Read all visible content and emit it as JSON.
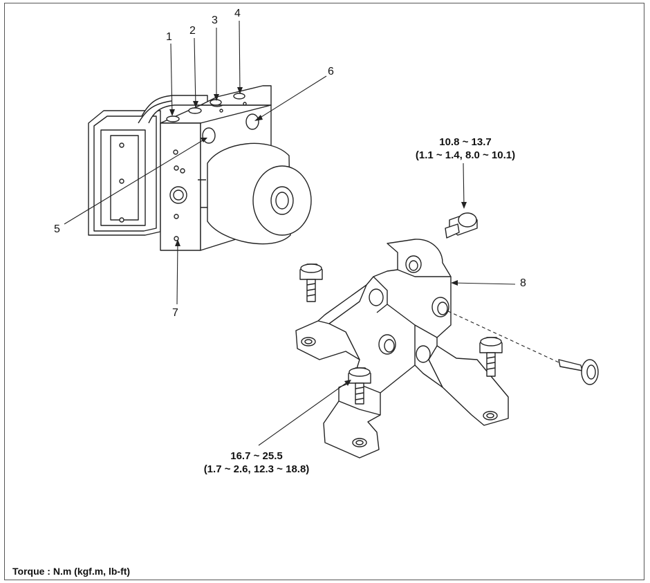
{
  "callouts": [
    "1",
    "2",
    "3",
    "4",
    "5",
    "6",
    "7",
    "8"
  ],
  "torque_specs": [
    {
      "line1": "10.8 ~ 13.7",
      "line2": "(1.1 ~ 1.4, 8.0 ~ 10.1)"
    },
    {
      "line1": "16.7 ~ 25.5",
      "line2": "(1.7 ~ 2.6, 12.3 ~ 18.8)"
    }
  ],
  "footer": "Torque : N.m (kgf.m, lb-ft)"
}
